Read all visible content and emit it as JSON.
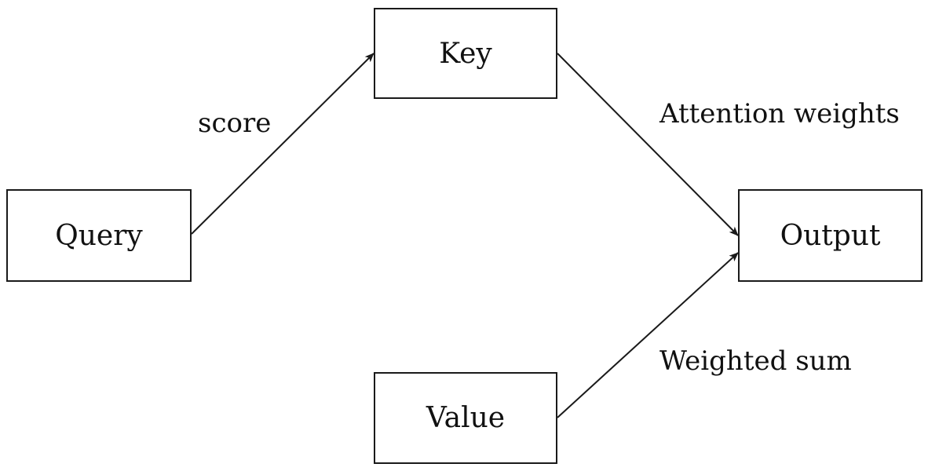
{
  "nodes": {
    "query": "Query",
    "key": "Key",
    "value": "Value",
    "output": "Output"
  },
  "edges": {
    "query_to_key": "score",
    "key_to_output": "Attention weights",
    "value_to_output": "Weighted sum"
  },
  "colors": {
    "stroke": "#1a1a1a",
    "background": "#ffffff"
  }
}
